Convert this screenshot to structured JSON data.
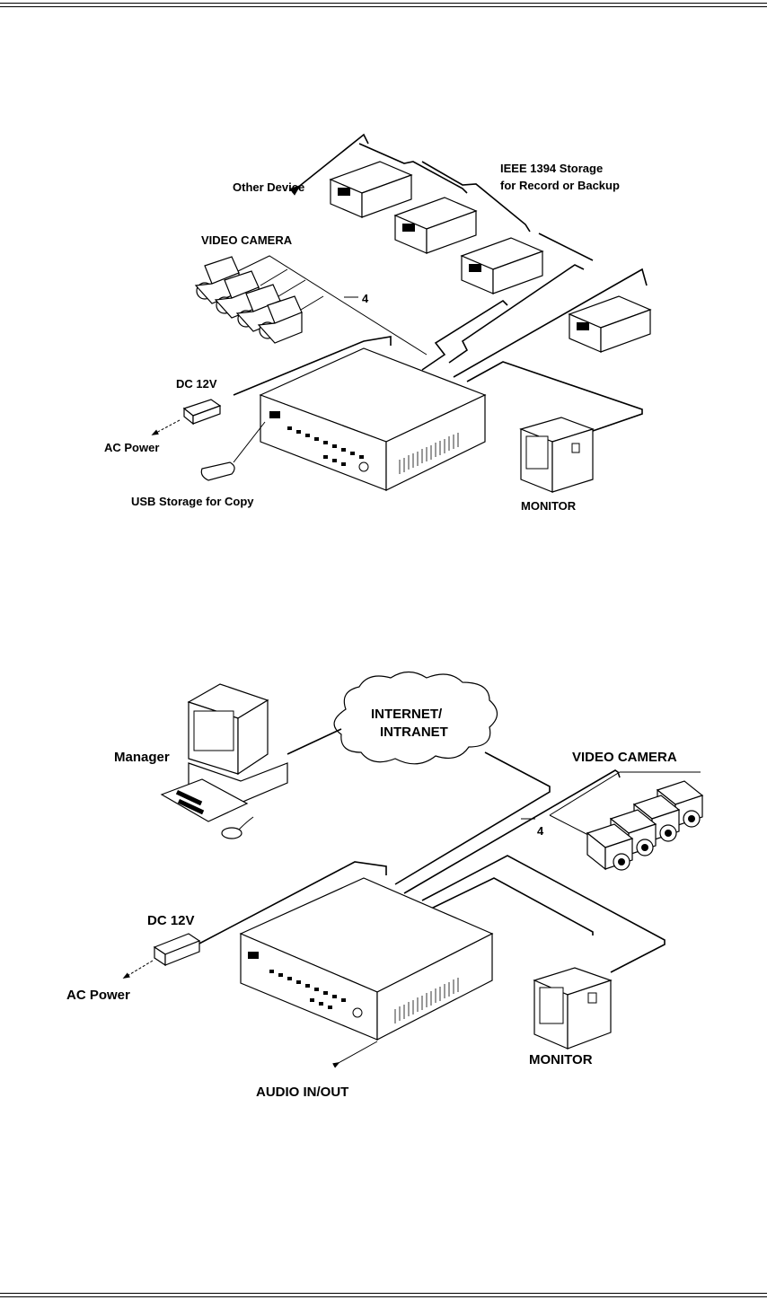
{
  "diagram1": {
    "other_device": "Other Device",
    "storage_line1": "IEEE 1394 Storage",
    "storage_line2": "for Record or Backup",
    "video_camera": "VIDEO CAMERA",
    "camera_count": "4",
    "dc": "DC 12V",
    "ac": "AC Power",
    "usb": "USB Storage for Copy",
    "monitor": "MONITOR"
  },
  "diagram2": {
    "network_line1": "INTERNET/",
    "network_line2": "INTRANET",
    "manager": "Manager",
    "video_camera": "VIDEO CAMERA",
    "camera_count": "4",
    "dc": "DC 12V",
    "ac": "AC Power",
    "monitor": "MONITOR",
    "audio": "AUDIO IN/OUT"
  }
}
